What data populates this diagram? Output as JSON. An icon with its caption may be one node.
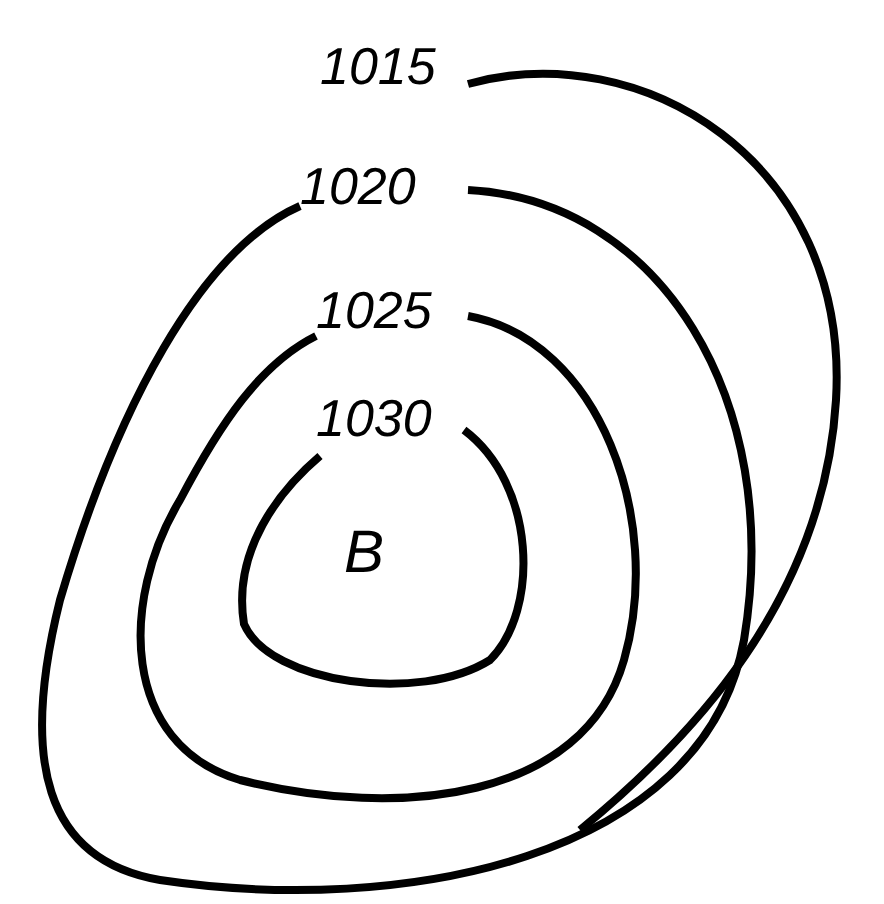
{
  "diagram": {
    "labels": [
      "1015",
      "1020",
      "1025",
      "1030",
      "B"
    ]
  }
}
